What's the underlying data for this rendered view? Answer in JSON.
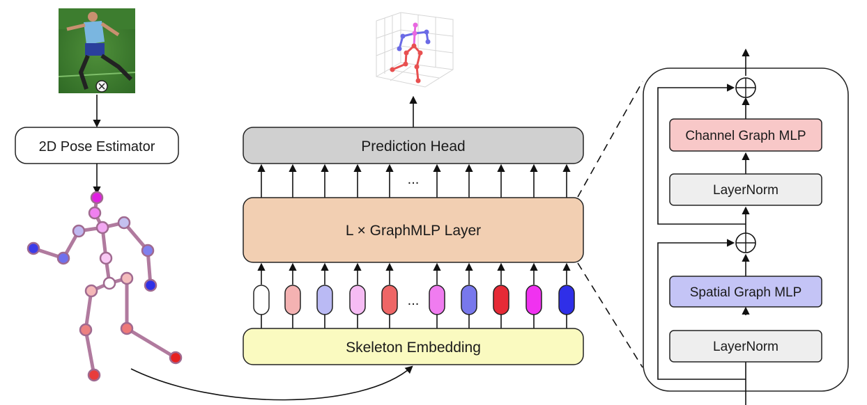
{
  "pose_estimator": {
    "label": "2D Pose Estimator"
  },
  "prediction_head": {
    "label": "Prediction Head"
  },
  "graphmlp_layer": {
    "label": "L × GraphMLP Layer"
  },
  "skeleton_embedding": {
    "label": "Skeleton Embedding"
  },
  "ellipsis": "...",
  "block": {
    "channel_mlp": "Channel Graph MLP",
    "layernorm_top": "LayerNorm",
    "spatial_mlp": "Spatial Graph MLP",
    "layernorm_bottom": "LayerNorm"
  },
  "tokens": {
    "colors": [
      "#ffffff",
      "#f4b2b2",
      "#babaf4",
      "#f6bcf4",
      "#ee6666",
      "#f07cf0",
      "#7878ec",
      "#e62a36",
      "#f032f0",
      "#2f2fe8"
    ]
  },
  "colors": {
    "prediction_head": "#d0d0d0",
    "graphmlp": "#f2cfb2",
    "skeleton_embedding": "#fafac0",
    "channel_mlp": "#f8c8c8",
    "spatial_mlp": "#c4c4f6",
    "layernorm": "#eeeeee",
    "bone": "#b07a9e"
  }
}
